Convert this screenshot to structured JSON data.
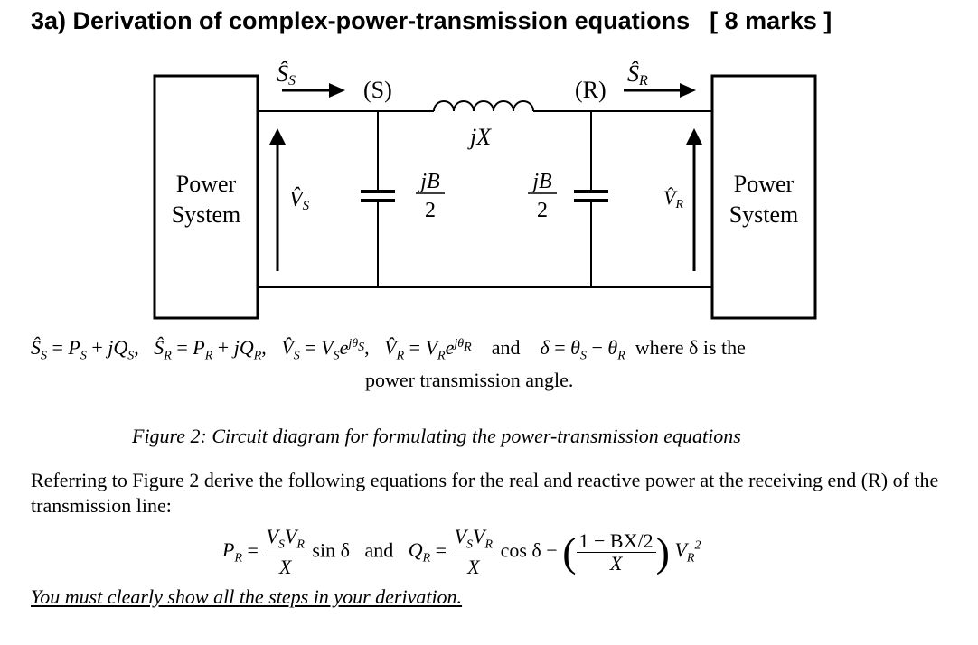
{
  "question": {
    "title": "3a) Derivation of complex-power-transmission equations",
    "marks": "[ 8 marks ]"
  },
  "circuit": {
    "left_box_line1": "Power",
    "left_box_line2": "System",
    "right_box_line1": "Power",
    "right_box_line2": "System",
    "node_s": "(S)",
    "node_r": "(R)",
    "s_hat_label": "Ŝ",
    "s_sub": "S",
    "r_sub": "R",
    "v_hat_label": "V̂",
    "reactance": "jX",
    "shunt_num": "jB",
    "shunt_den": "2"
  },
  "definitions": {
    "line1_part1": "Ŝ",
    "and_word": "and",
    "where_text": "where δ is the",
    "line2": "power transmission angle."
  },
  "caption": "Figure 2: Circuit diagram for formulating the power-transmission equations",
  "instruction": "Referring to Figure 2 derive the following equations for the real and reactive power at the receiving end (R) of the transmission line:",
  "formula": {
    "and_word": "and",
    "sin": "sin δ",
    "cos": "cos δ",
    "bx": "1 − BX/2",
    "x": "X"
  },
  "final_note": "You must clearly show all the steps in your derivation."
}
